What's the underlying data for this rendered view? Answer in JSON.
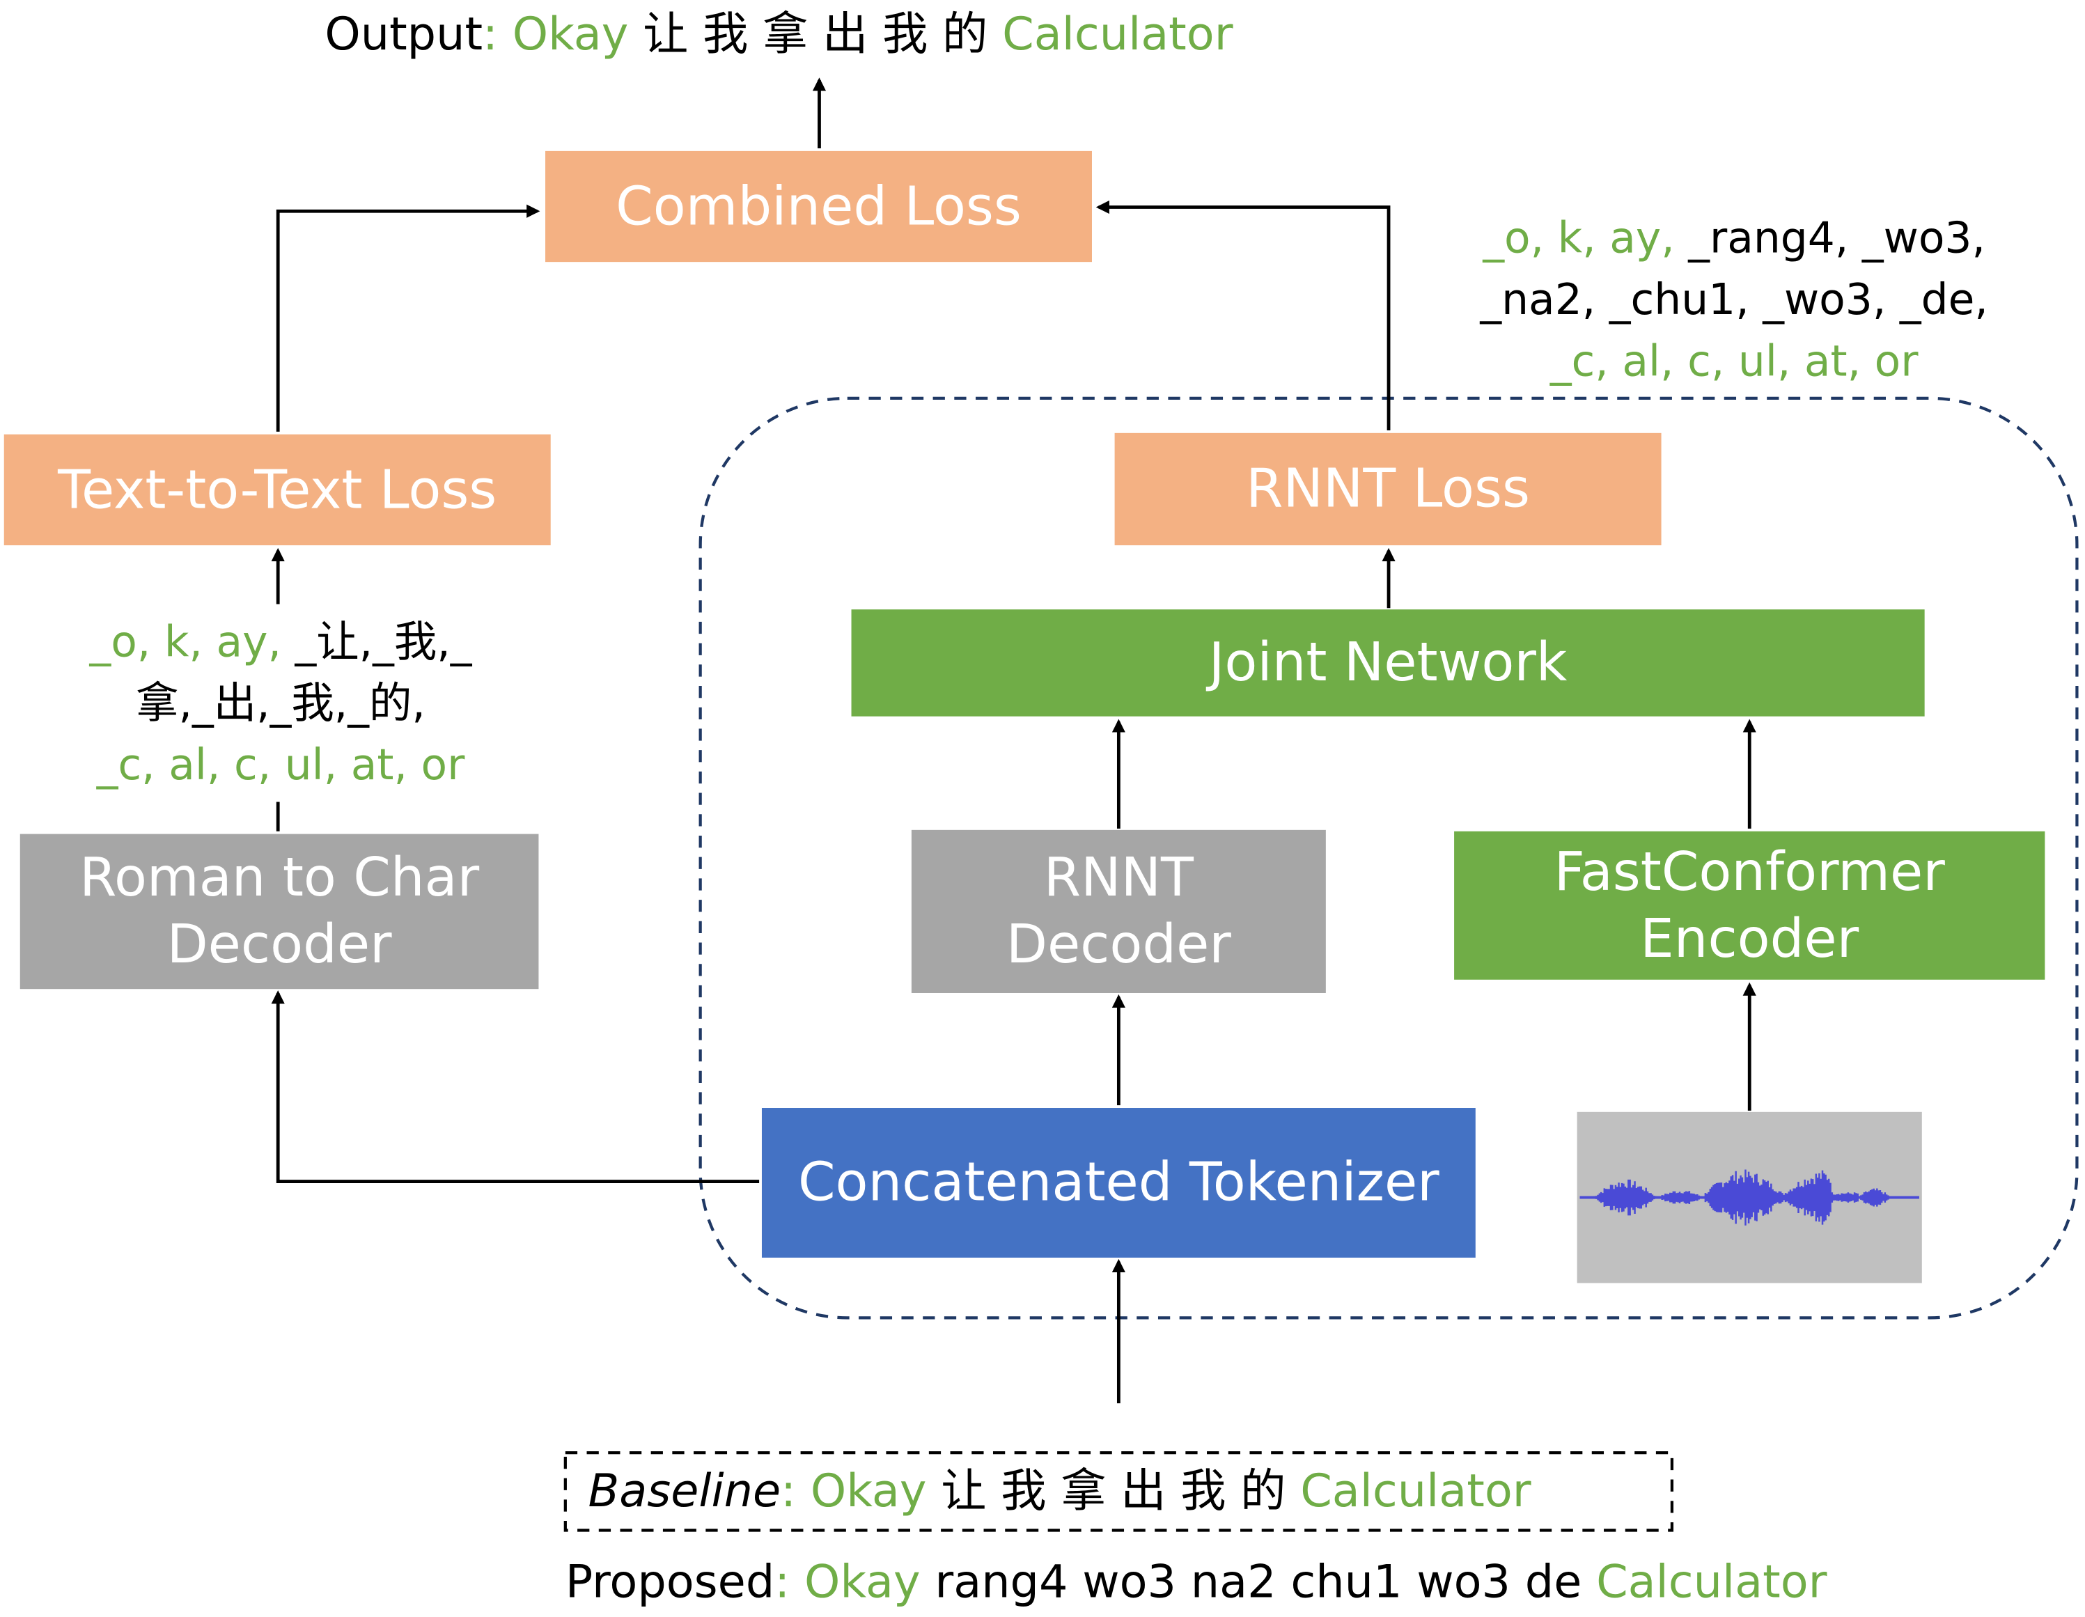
{
  "colors": {
    "loss_box": "#f4b183",
    "green_box": "#70ad47",
    "gray_box": "#a6a6a6",
    "blue_box": "#4472c4",
    "highlight_text": "#70ad47",
    "dashed_border": "#1f3864",
    "waveform": "#4a4ad6"
  },
  "output_line": {
    "label": "Output",
    "sep": ":",
    "word1": "Okay",
    "chars": "让 我 拿 出 我 的",
    "word2": "Calculator"
  },
  "boxes": {
    "combined_loss": "Combined Loss",
    "text_to_text_loss": "Text-to-Text Loss",
    "rnnt_loss": "RNNT Loss",
    "joint_network": "Joint Network",
    "roman_to_char_decoder": [
      "Roman to Char",
      "Decoder"
    ],
    "rnnt_decoder": [
      "RNNT",
      "Decoder"
    ],
    "fastconformer_encoder": [
      "FastConformer",
      "Encoder"
    ],
    "concatenated_tokenizer": "Concatenated Tokenizer"
  },
  "right_tokens": {
    "line1_green": "_o, k, ay,",
    "line1_black": " _rang4, _wo3,",
    "line2_black": "_na2, _chu1,  _wo3, _de,",
    "line3_green": "_c, al, c, ul, at, or"
  },
  "left_tokens": {
    "line1_green": "_o, k, ay,",
    "line1_black": " _让,_我,_",
    "line2_black": "拿,_出,_我,_的,",
    "line3_green": "_c, al, c, ul, at, or"
  },
  "baseline_line": {
    "label": "Baseline",
    "sep": ":",
    "word1": "Okay",
    "chars": "让 我 拿 出 我 的",
    "word2": "Calculator"
  },
  "proposed_line": {
    "label": "Proposed",
    "sep": ":",
    "word1": "Okay",
    "middle": "rang4 wo3 na2 chu1 wo3 de",
    "word2": "Calculator"
  }
}
